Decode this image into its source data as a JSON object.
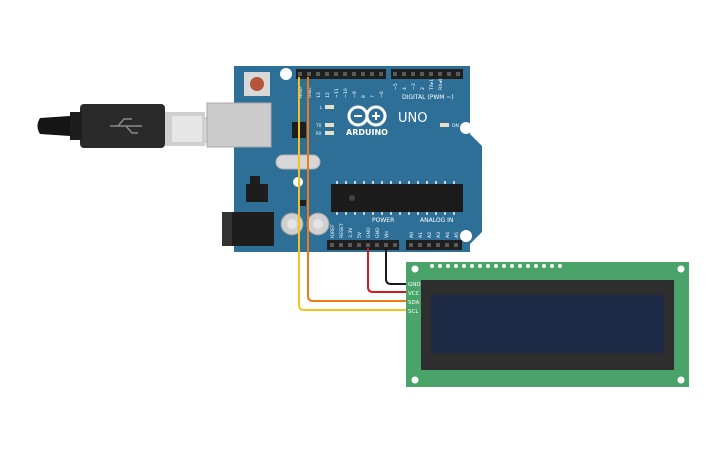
{
  "board": {
    "logo_text": "ARDUINO",
    "model": "UNO",
    "digital_label": "DIGITAL (PWM ~)",
    "power_label": "POWER",
    "analog_label": "ANALOG IN",
    "on_label": "ON",
    "led_l": "L",
    "led_tx": "TX",
    "led_rx": "RX",
    "digital_pins": [
      "AREF",
      "GND",
      "13",
      "12",
      "~11",
      "~10",
      "~9",
      "8",
      "7",
      "~6",
      "~5",
      "4",
      "~3",
      "2",
      "TX▸1",
      "RX◂0"
    ],
    "power_pins": [
      "IOREF",
      "RESET",
      "3.3V",
      "5V",
      "GND",
      "GND",
      "Vin"
    ],
    "analog_pins": [
      "A0",
      "A1",
      "A2",
      "A3",
      "A4",
      "A5"
    ]
  },
  "lcd": {
    "pins": [
      "GND",
      "VCC",
      "SDA",
      "SCL"
    ]
  },
  "colors": {
    "board": "#2d6f97",
    "lcd_pcb": "#4aa46a",
    "lcd_screen": "#1c2a46",
    "wire_gnd": "#1a1a1a",
    "wire_vcc": "#d8181f",
    "wire_sda": "#f07a12",
    "wire_scl": "#f5c21b"
  }
}
